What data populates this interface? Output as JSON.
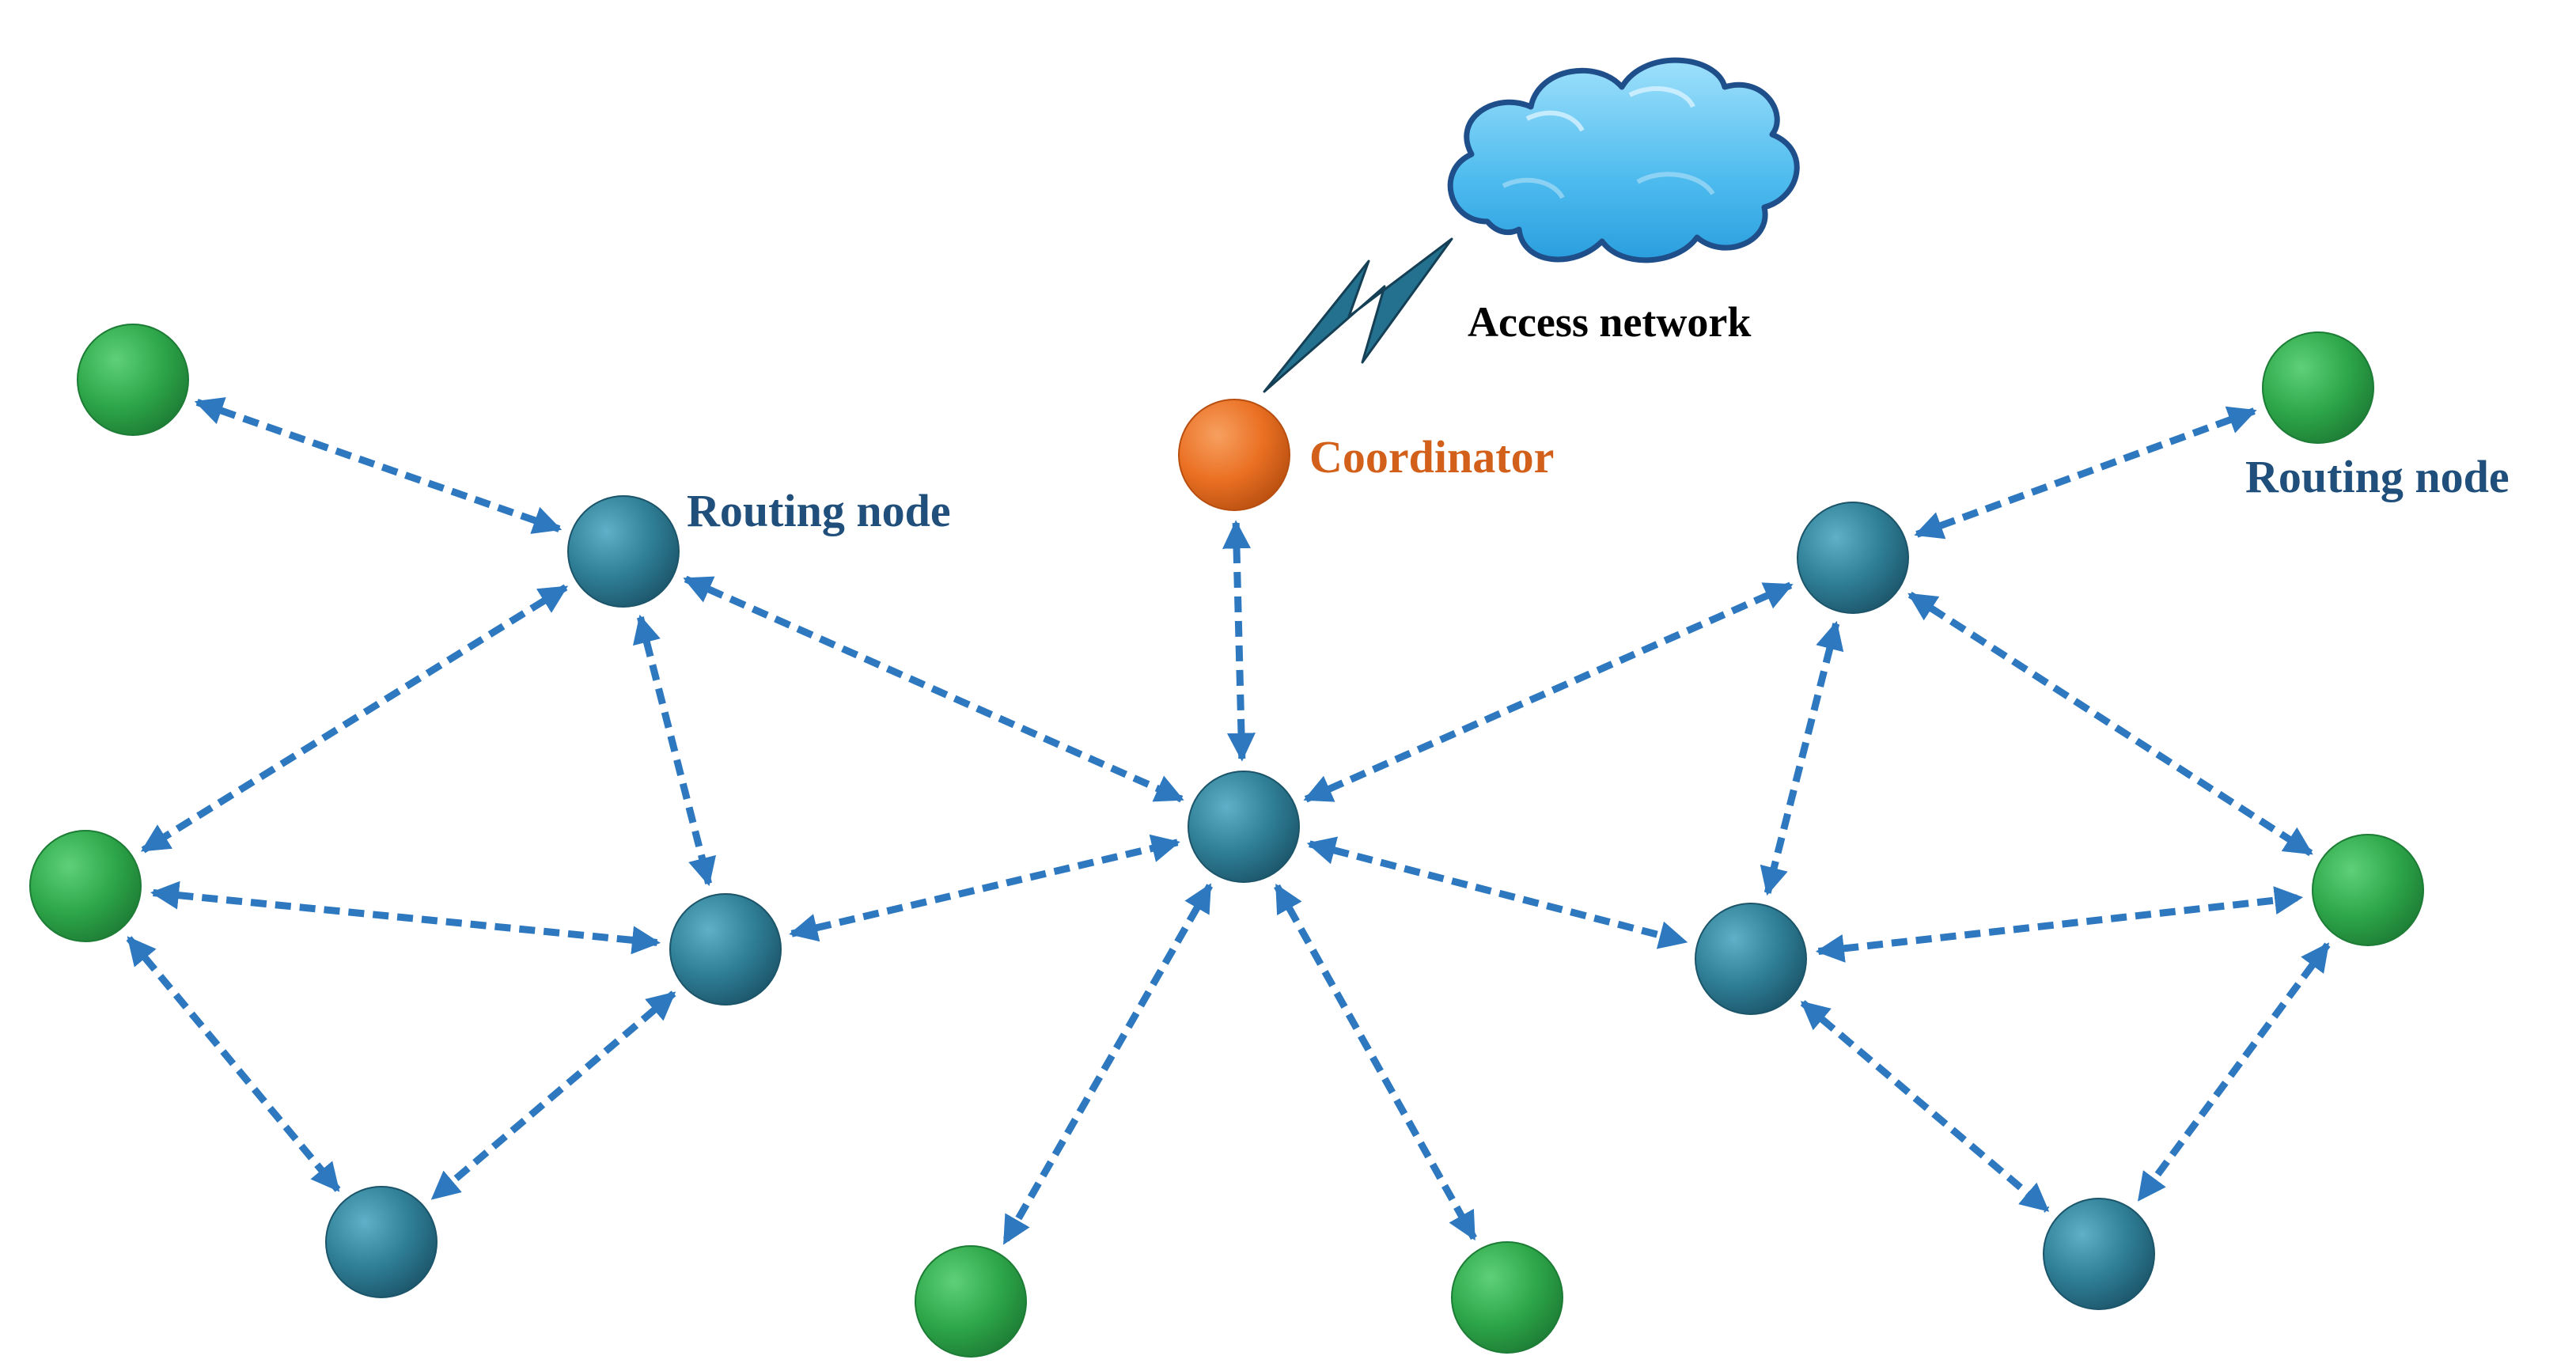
{
  "labels": {
    "access_network": "Access network",
    "coordinator": "Coordinator",
    "routing_node_left": "Routing node",
    "routing_node_right": "Routing node"
  },
  "colors": {
    "background": "#ffffff",
    "end_device": "#2ea84a",
    "routing_node": "#2f7f96",
    "coordinator": "#ea7023",
    "link": "#2e78c0",
    "cloud": "#5fc3f0",
    "lightning": "#23718f",
    "routing_label": "#1f4f7a",
    "coordinator_label": "#d2601a",
    "access_label": "#000000"
  },
  "nodes": [
    {
      "id": "E1",
      "type": "end-device"
    },
    {
      "id": "E2",
      "type": "end-device"
    },
    {
      "id": "E3",
      "type": "end-device"
    },
    {
      "id": "E4",
      "type": "end-device"
    },
    {
      "id": "E5",
      "type": "end-device"
    },
    {
      "id": "E6",
      "type": "end-device"
    },
    {
      "id": "R1",
      "type": "routing-node"
    },
    {
      "id": "R2",
      "type": "routing-node"
    },
    {
      "id": "R3",
      "type": "routing-node"
    },
    {
      "id": "R4",
      "type": "routing-node"
    },
    {
      "id": "R5",
      "type": "routing-node"
    },
    {
      "id": "R6",
      "type": "routing-node"
    },
    {
      "id": "R7",
      "type": "routing-node"
    },
    {
      "id": "C",
      "type": "coordinator"
    }
  ],
  "links": [
    [
      "E1",
      "R1"
    ],
    [
      "R1",
      "E2"
    ],
    [
      "R1",
      "R3"
    ],
    [
      "R1",
      "R2"
    ],
    [
      "E2",
      "R3"
    ],
    [
      "E2",
      "R4"
    ],
    [
      "R3",
      "R4"
    ],
    [
      "R3",
      "R2"
    ],
    [
      "C",
      "R2"
    ],
    [
      "R2",
      "E3"
    ],
    [
      "R2",
      "E4"
    ],
    [
      "R2",
      "R5"
    ],
    [
      "R2",
      "R6"
    ],
    [
      "E5",
      "R5"
    ],
    [
      "R5",
      "R6"
    ],
    [
      "R5",
      "E6"
    ],
    [
      "R6",
      "E6"
    ],
    [
      "R6",
      "R7"
    ],
    [
      "E6",
      "R7"
    ]
  ]
}
